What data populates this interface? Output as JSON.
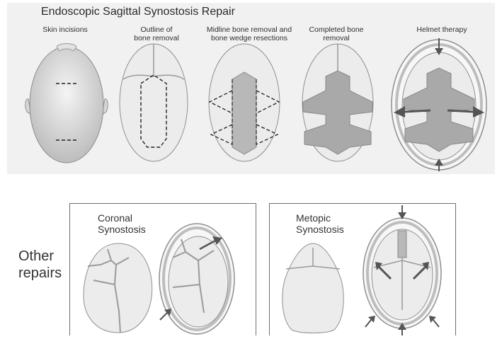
{
  "title": "Endoscopic Sagittal Synostosis Repair",
  "steps": [
    {
      "line1": "Skin incisions",
      "line2": ""
    },
    {
      "line1": "Outline of",
      "line2": "bone removal"
    },
    {
      "line1": "Midline bone removal and",
      "line2": "bone wedge resections"
    },
    {
      "line1": "Completed bone",
      "line2": "removal"
    },
    {
      "line1": "Helmet therapy",
      "line2": ""
    }
  ],
  "other": {
    "line1": "Other",
    "line2": "repairs",
    "coronal": {
      "line1": "Coronal",
      "line2": "Synostosis"
    },
    "metopic": {
      "line1": "Metopic",
      "line2": "Synostosis"
    }
  },
  "colors": {
    "panel": "#f1f1f1",
    "bone": "#ececec",
    "suture": "#9a9a9a",
    "arrow": "#555555"
  }
}
